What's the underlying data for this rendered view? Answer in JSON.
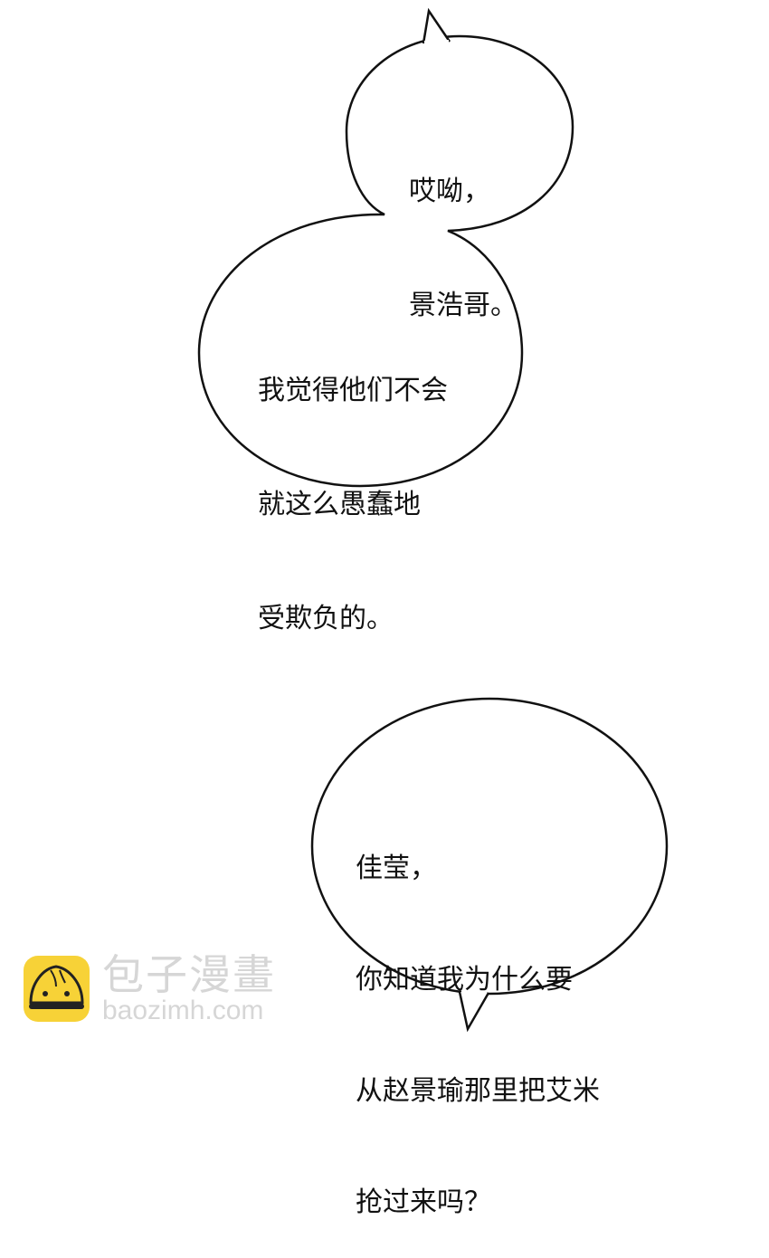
{
  "bubbles": [
    {
      "lines": [
        "哎呦，",
        "景浩哥。"
      ]
    },
    {
      "lines": [
        "我觉得他们不会",
        "就这么愚蠢地",
        "受欺负的。"
      ]
    },
    {
      "lines": [
        "佳莹，",
        "你知道我为什么要",
        "从赵景瑜那里把艾米",
        "抢过来吗？"
      ]
    }
  ],
  "watermark": {
    "name": "包子漫畫",
    "url": "baozimh.com",
    "logo_color": "#f7d237"
  }
}
